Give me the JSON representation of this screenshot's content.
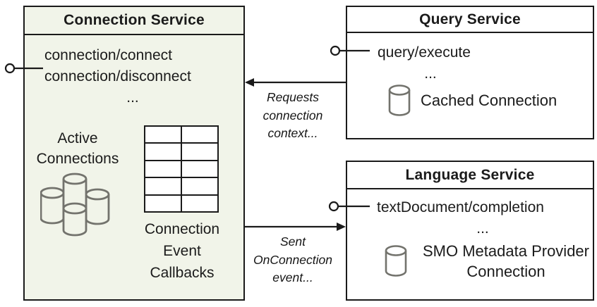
{
  "connection_service": {
    "title": "Connection Service",
    "methods": [
      "connection/connect",
      "connection/disconnect",
      "..."
    ],
    "active_connections_label": "Active Connections",
    "callbacks_label": "Connection Event Callbacks"
  },
  "query_service": {
    "title": "Query Service",
    "methods": [
      "query/execute",
      "..."
    ],
    "connection_label": "Cached Connection"
  },
  "language_service": {
    "title": "Language Service",
    "methods": [
      "textDocument/completion",
      "..."
    ],
    "connection_label": "SMO Metadata Provider Connection"
  },
  "arrows": {
    "requests_label": "Requests connection context...",
    "sent_label": "Sent OnConnection event..."
  },
  "icons": {
    "provided_interface": "lollipop-interface-icon",
    "database": "database-cylinder-icon",
    "active_connections": "database-cluster-icon"
  },
  "colors": {
    "connection_service_fill": "#f1f4e9",
    "service_fill": "#ffffff",
    "border": "#1a1a1a",
    "database_icon_stroke": "#73736d"
  }
}
